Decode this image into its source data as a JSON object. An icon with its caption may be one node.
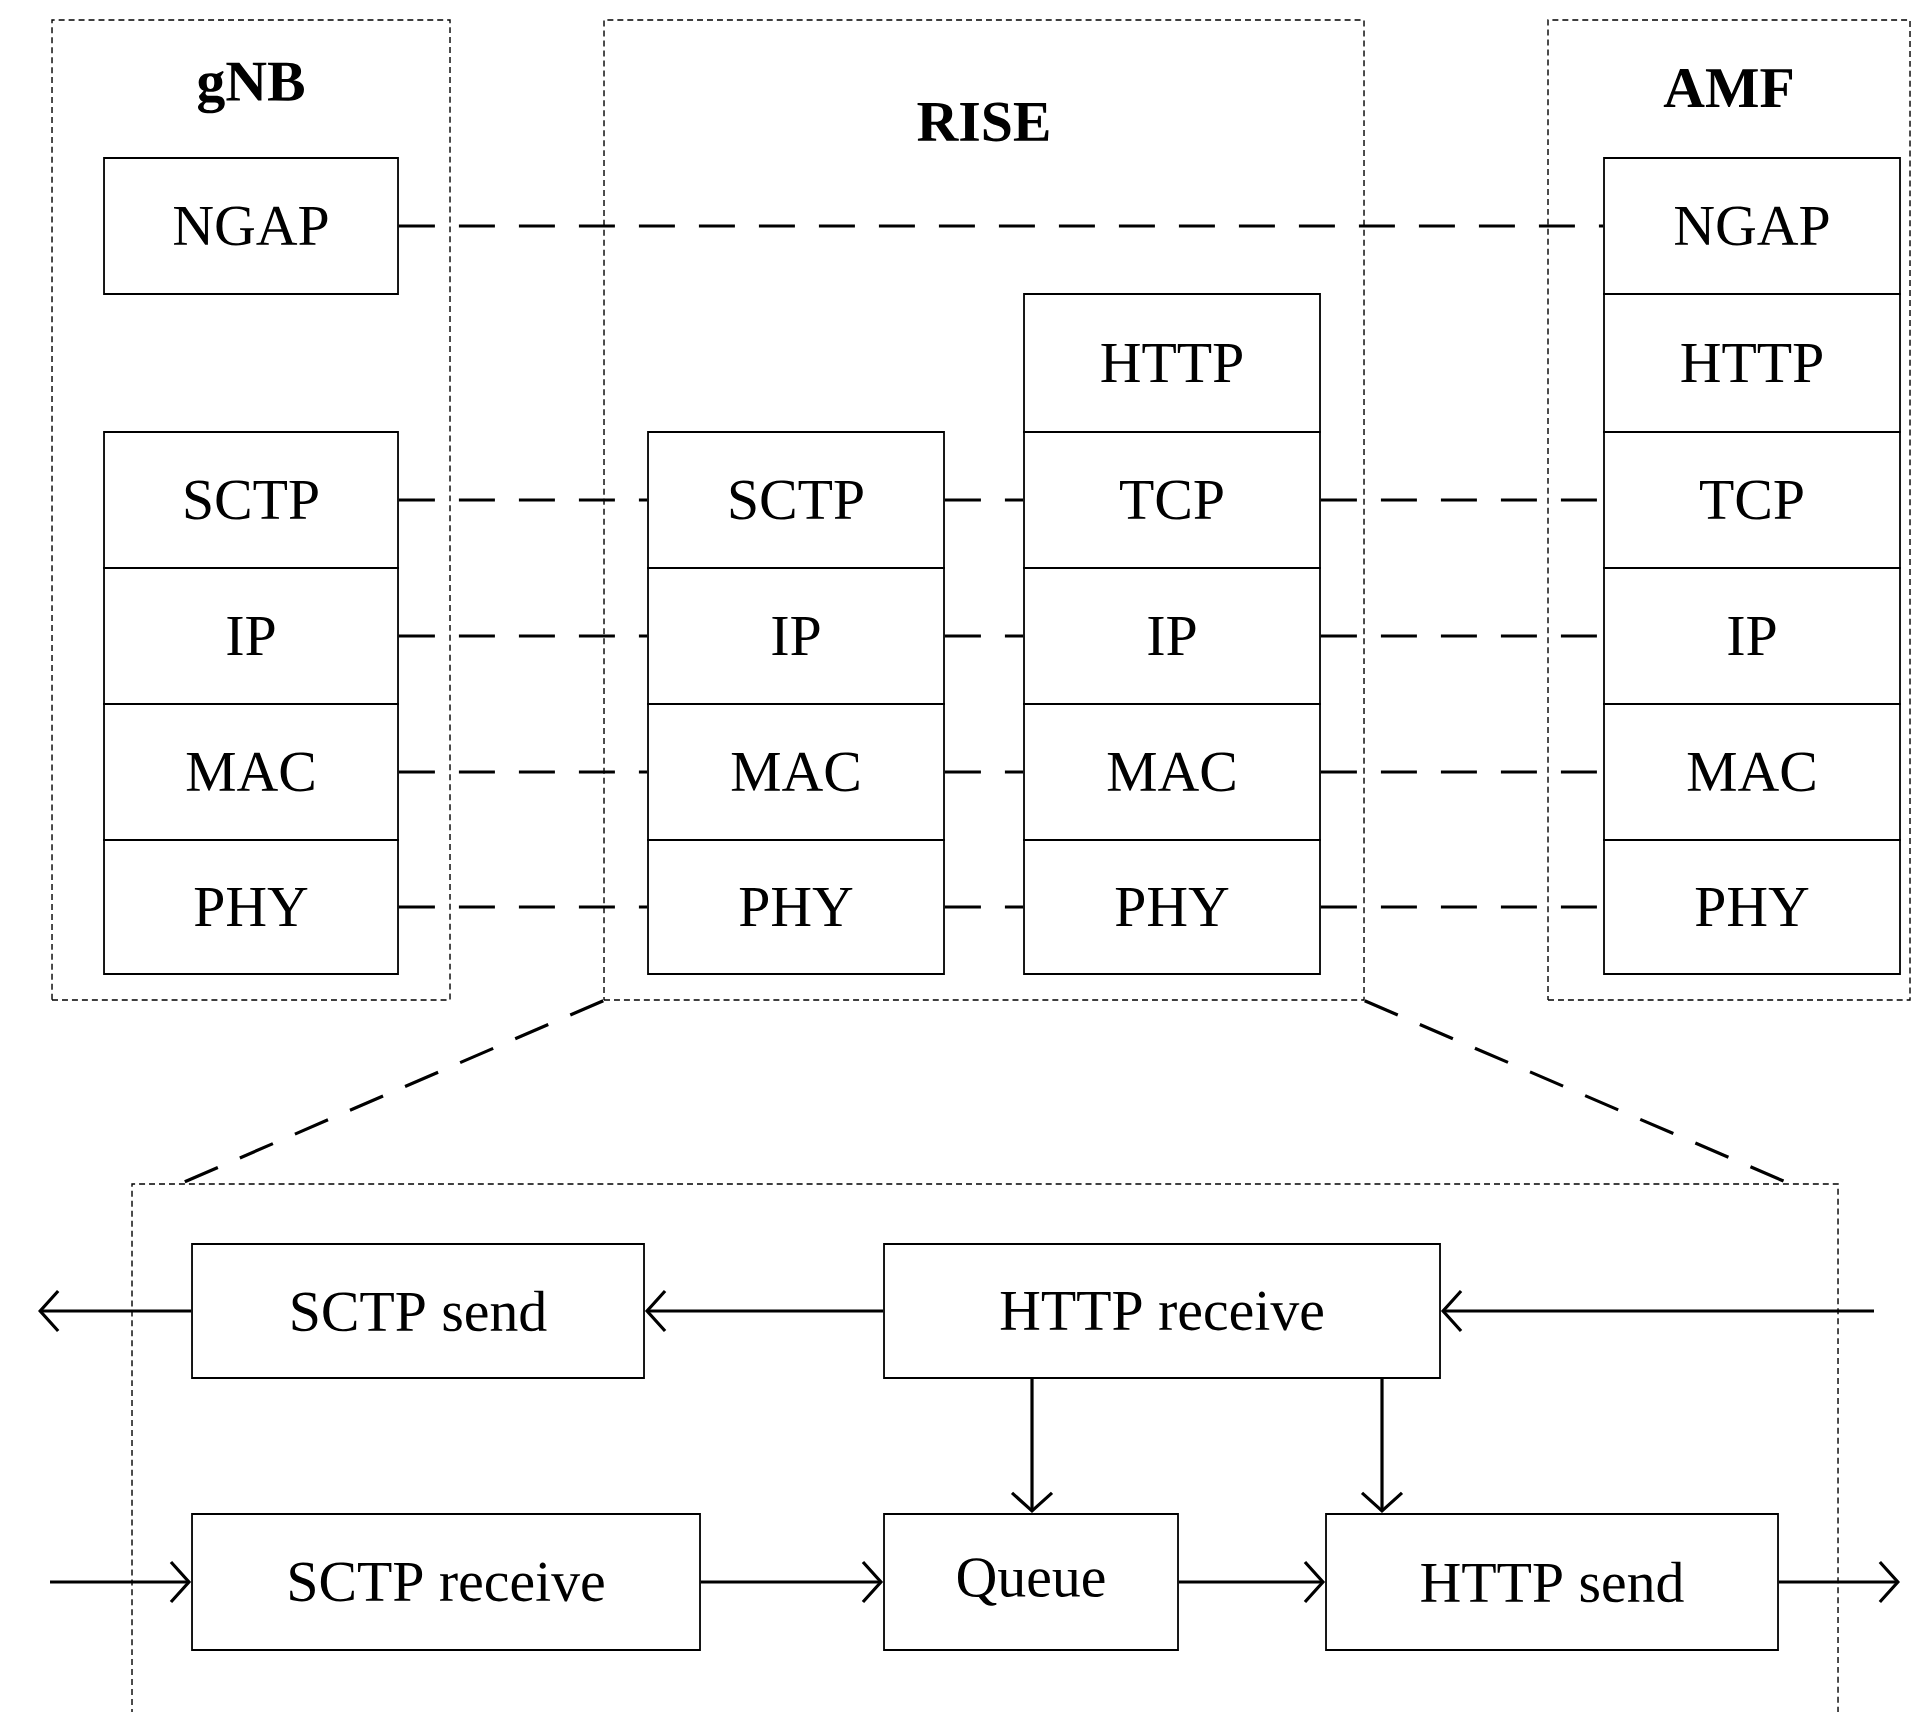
{
  "diagram": {
    "nodes": [
      {
        "text": [
          "gNB"
        ]
      },
      {
        "text": [
          "RISE"
        ]
      },
      {
        "text": [
          "AMF"
        ]
      },
      {
        "text": [
          "NGAP"
        ],
        "in": 0
      },
      {
        "text": [
          "SCTP"
        ],
        "in": 0
      },
      {
        "text": [
          "IP"
        ],
        "in": 0
      },
      {
        "text": [
          "MAC"
        ],
        "in": 0
      },
      {
        "text": [
          "PHY"
        ],
        "in": 0
      },
      {
        "text": [
          "SCTP"
        ],
        "in": 1
      },
      {
        "text": [
          "IP"
        ],
        "in": 1
      },
      {
        "text": [
          "MAC"
        ],
        "in": 1
      },
      {
        "text": [
          "PHY"
        ],
        "in": 1
      },
      {
        "text": [
          "HTTP"
        ],
        "in": 1
      },
      {
        "text": [
          "TCP"
        ],
        "in": 1
      },
      {
        "text": [
          "IP"
        ],
        "in": 1
      },
      {
        "text": [
          "MAC"
        ],
        "in": 1
      },
      {
        "text": [
          "PHY"
        ],
        "in": 1
      },
      {
        "text": [
          "NGAP"
        ],
        "in": 2
      },
      {
        "text": [
          "HTTP"
        ],
        "in": 2
      },
      {
        "text": [
          "TCP"
        ],
        "in": 2
      },
      {
        "text": [
          "IP"
        ],
        "in": 2
      },
      {
        "text": [
          "MAC"
        ],
        "in": 2
      },
      {
        "text": [
          "PHY"
        ],
        "in": 2
      },
      {
        "text": [],
        "shape": "box"
      },
      {
        "text": [
          "SCTP send"
        ],
        "in": 23
      },
      {
        "text": [
          "HTTP receive"
        ],
        "in": 23
      },
      {
        "text": [
          "SCTP receive"
        ],
        "in": 23
      },
      {
        "text": [
          "Queue"
        ],
        "in": 23
      },
      {
        "text": [
          "HTTP send"
        ],
        "in": 23
      }
    ],
    "edges": [
      {
        "from": 3,
        "to": 17,
        "arrow": "none",
        "style": "dashed"
      },
      {
        "from": 4,
        "to": 8,
        "arrow": "none",
        "style": "dashed"
      },
      {
        "from": 8,
        "to": 13,
        "arrow": "none",
        "style": "dashed"
      },
      {
        "from": 13,
        "to": 19,
        "arrow": "none",
        "style": "dashed"
      },
      {
        "from": 5,
        "to": 9,
        "arrow": "none",
        "style": "dashed"
      },
      {
        "from": 9,
        "to": 14,
        "arrow": "none",
        "style": "dashed"
      },
      {
        "from": 14,
        "to": 20,
        "arrow": "none",
        "style": "dashed"
      },
      {
        "from": 6,
        "to": 10,
        "arrow": "none",
        "style": "dashed"
      },
      {
        "from": 10,
        "to": 15,
        "arrow": "none",
        "style": "dashed"
      },
      {
        "from": 15,
        "to": 21,
        "arrow": "none",
        "style": "dashed"
      },
      {
        "from": 7,
        "to": 11,
        "arrow": "none",
        "style": "dashed"
      },
      {
        "from": 11,
        "to": 16,
        "arrow": "none",
        "style": "dashed"
      },
      {
        "from": 16,
        "to": 22,
        "arrow": "none",
        "style": "dashed"
      },
      {
        "from": 1,
        "to": 23,
        "arrow": "none",
        "style": "dashed"
      },
      {
        "from": 1,
        "to": 23,
        "arrow": "none",
        "style": "dashed"
      },
      {
        "from": null,
        "to": 25,
        "arrow": "to"
      },
      {
        "from": 25,
        "to": 24,
        "arrow": "to"
      },
      {
        "from": 24,
        "to": null,
        "arrow": "to"
      },
      {
        "from": 25,
        "to": 27,
        "arrow": "to"
      },
      {
        "from": 25,
        "to": 28,
        "arrow": "to"
      },
      {
        "from": null,
        "to": 26,
        "arrow": "to"
      },
      {
        "from": 26,
        "to": 27,
        "arrow": "to"
      },
      {
        "from": 27,
        "to": 28,
        "arrow": "to"
      },
      {
        "from": 28,
        "to": null,
        "arrow": "to"
      }
    ]
  }
}
